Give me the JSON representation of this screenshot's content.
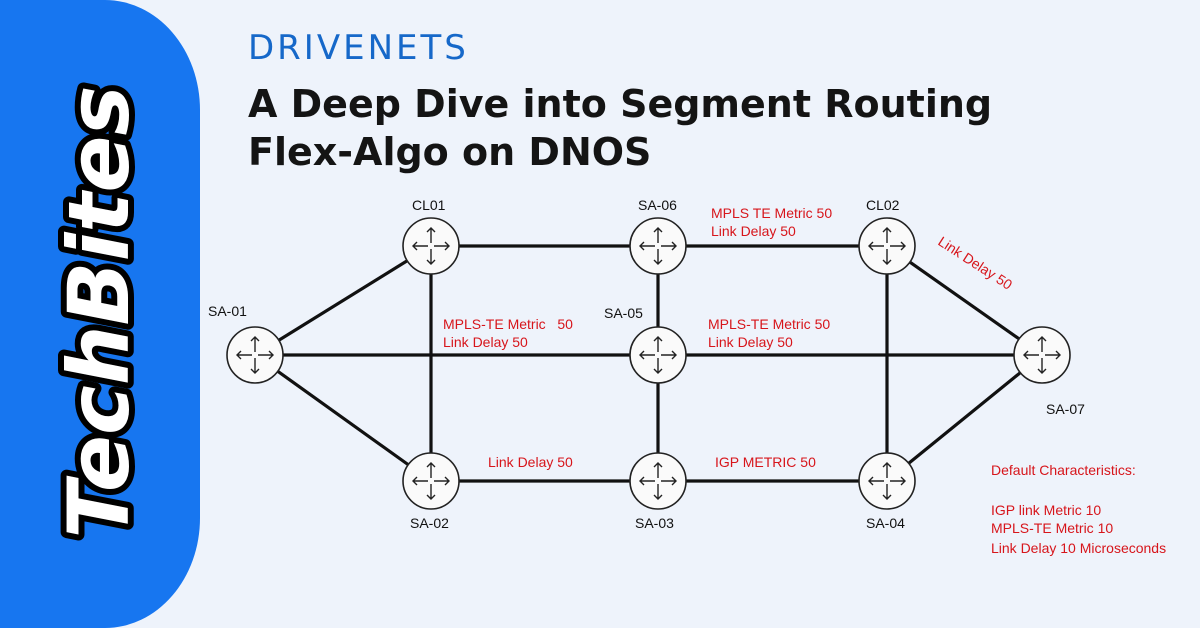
{
  "sidebar": {
    "text": "TechBites",
    "color": "#1776f0"
  },
  "brand": {
    "name": "DRIVENETS",
    "color": "#1668c9"
  },
  "title": {
    "line1": "A Deep Dive into Segment Routing",
    "line2": "Flex-Algo on DNOS"
  },
  "nodes": [
    {
      "id": "CL01",
      "label": "CL01"
    },
    {
      "id": "SA-06",
      "label": "SA-06"
    },
    {
      "id": "CL02",
      "label": "CL02"
    },
    {
      "id": "SA-01",
      "label": "SA-01"
    },
    {
      "id": "SA-05",
      "label": "SA-05"
    },
    {
      "id": "SA-07",
      "label": "SA-07"
    },
    {
      "id": "SA-02",
      "label": "SA-02"
    },
    {
      "id": "SA-03",
      "label": "SA-03"
    },
    {
      "id": "SA-04",
      "label": "SA-04"
    }
  ],
  "link_labels": {
    "sa06_cl02_metric": "MPLS TE Metric 50",
    "sa06_cl02_delay": "Link Delay 50",
    "cl02_sa07_delay": "Link Delay 50",
    "cl01_sa05_metric": "MPLS-TE Metric   50",
    "cl01_sa05_delay": "Link Delay 50",
    "sa05_sa07_metric": "MPLS-TE Metric 50",
    "sa05_sa07_delay": "Link Delay 50",
    "sa02_sa03_delay": "Link Delay 50",
    "sa03_sa04_igp": "IGP METRIC 50"
  },
  "defaults": {
    "heading": "Default Characteristics:",
    "line1": "IGP link Metric 10",
    "line2": "MPLS-TE Metric 10",
    "line3": "Link Delay 10 Microseconds"
  },
  "colors": {
    "annotation": "#d7151b",
    "node": "#111111"
  }
}
